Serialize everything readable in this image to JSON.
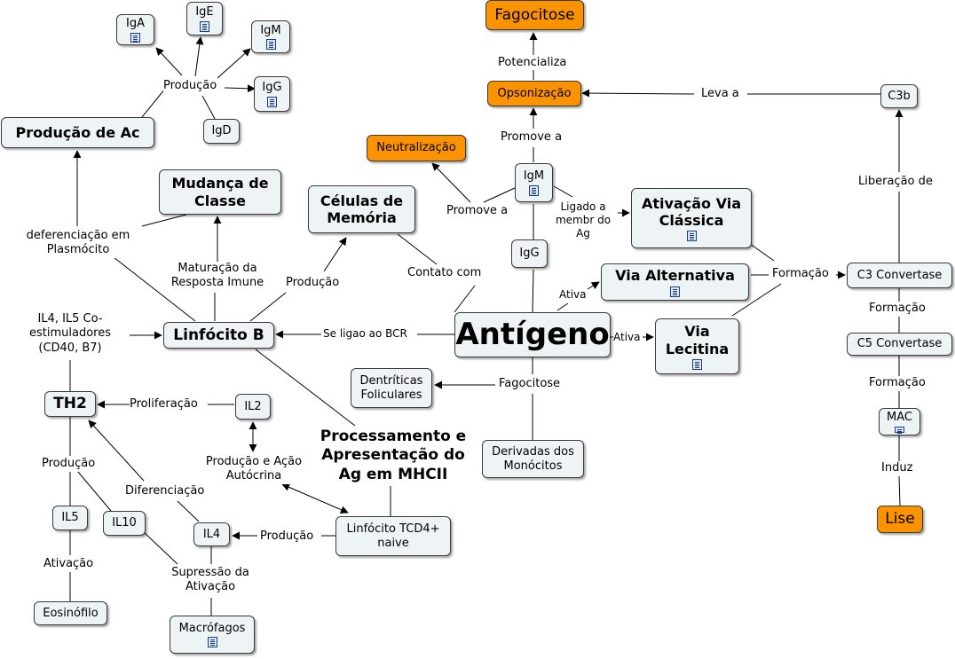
{
  "nodes": {
    "iga": "IgA",
    "ige": "IgE",
    "igm_top": "IgM",
    "igg_top": "IgG",
    "igd": "IgD",
    "producao_ac": "Produção de Ac",
    "mudanca_classe": "Mudança de Classe",
    "celulas_memoria": "Células de Memória",
    "fagocitose_top": "Fagocitose",
    "opsonizacao": "Opsonização",
    "neutralizacao": "Neutralização",
    "igm_mid": "IgM",
    "igg_mid": "IgG",
    "ativacao_via_classica": "Ativação Via Clássica",
    "via_alternativa": "Via Alternativa",
    "via_lecitina": "Via Lecitina",
    "antigeno": "Antígeno",
    "c3b": "C3b",
    "c3_convertase": "C3 Convertase",
    "c5_convertase": "C5 Convertase",
    "mac": "MAC",
    "lise": "Lise",
    "linfocito_b": "Linfócito B",
    "th2": "TH2",
    "il2": "IL2",
    "dentriticas": "Dentríticas Foliculares",
    "derivadas_monocitos": "Derivadas dos Monócitos",
    "il5": "IL5",
    "il10": "IL10",
    "il4": "IL4",
    "linfocito_tcd4": "Linfócito TCD4+ naive",
    "eosinofilo": "Eosinófilo",
    "macrofagos": "Macrófagos"
  },
  "labels": {
    "producao_top": "Produção",
    "potencializa": "Potencializa",
    "leva_a": "Leva a",
    "promove_a_top": "Promove a",
    "liberacao_de": "Liberação de",
    "promove_a_mid": "Promove a",
    "ligado_memb": "Ligado a membr do Ag",
    "deferenciacao": "deferenciação em Plasmócito",
    "contato_com": "Contato com",
    "formacao_1": "Formação",
    "ativa_1": "Ativa",
    "maturacao": "Maturação da Resposta Imune",
    "producao_mem": "Produção",
    "formacao_2": "Formação",
    "il4_il5": "IL4, IL5 Co-estimuladores (CD40, B7)",
    "se_ligao": "Se  ligao ao BCR",
    "ativa_2": "Ativa",
    "fagocitose_mid": "Fagocitose",
    "formacao_3": "Formação",
    "proliferacao": "Proliferação",
    "processamento": "Processamento e Apresentação do Ag em MHCII",
    "producao_acao": "Produção e Ação Autócrina",
    "producao_th2": "Produção",
    "induz": "Induz",
    "diferenciacao": "Diferenciação",
    "producao_il4": "Produção",
    "ativacao": "Ativação",
    "supressao": "Supressão da Ativação"
  },
  "colors": {
    "node_fill": "#eef3f6",
    "accent_orange": "#fb9200",
    "line": "#000000"
  },
  "icons": {
    "resource": "document-icon"
  }
}
